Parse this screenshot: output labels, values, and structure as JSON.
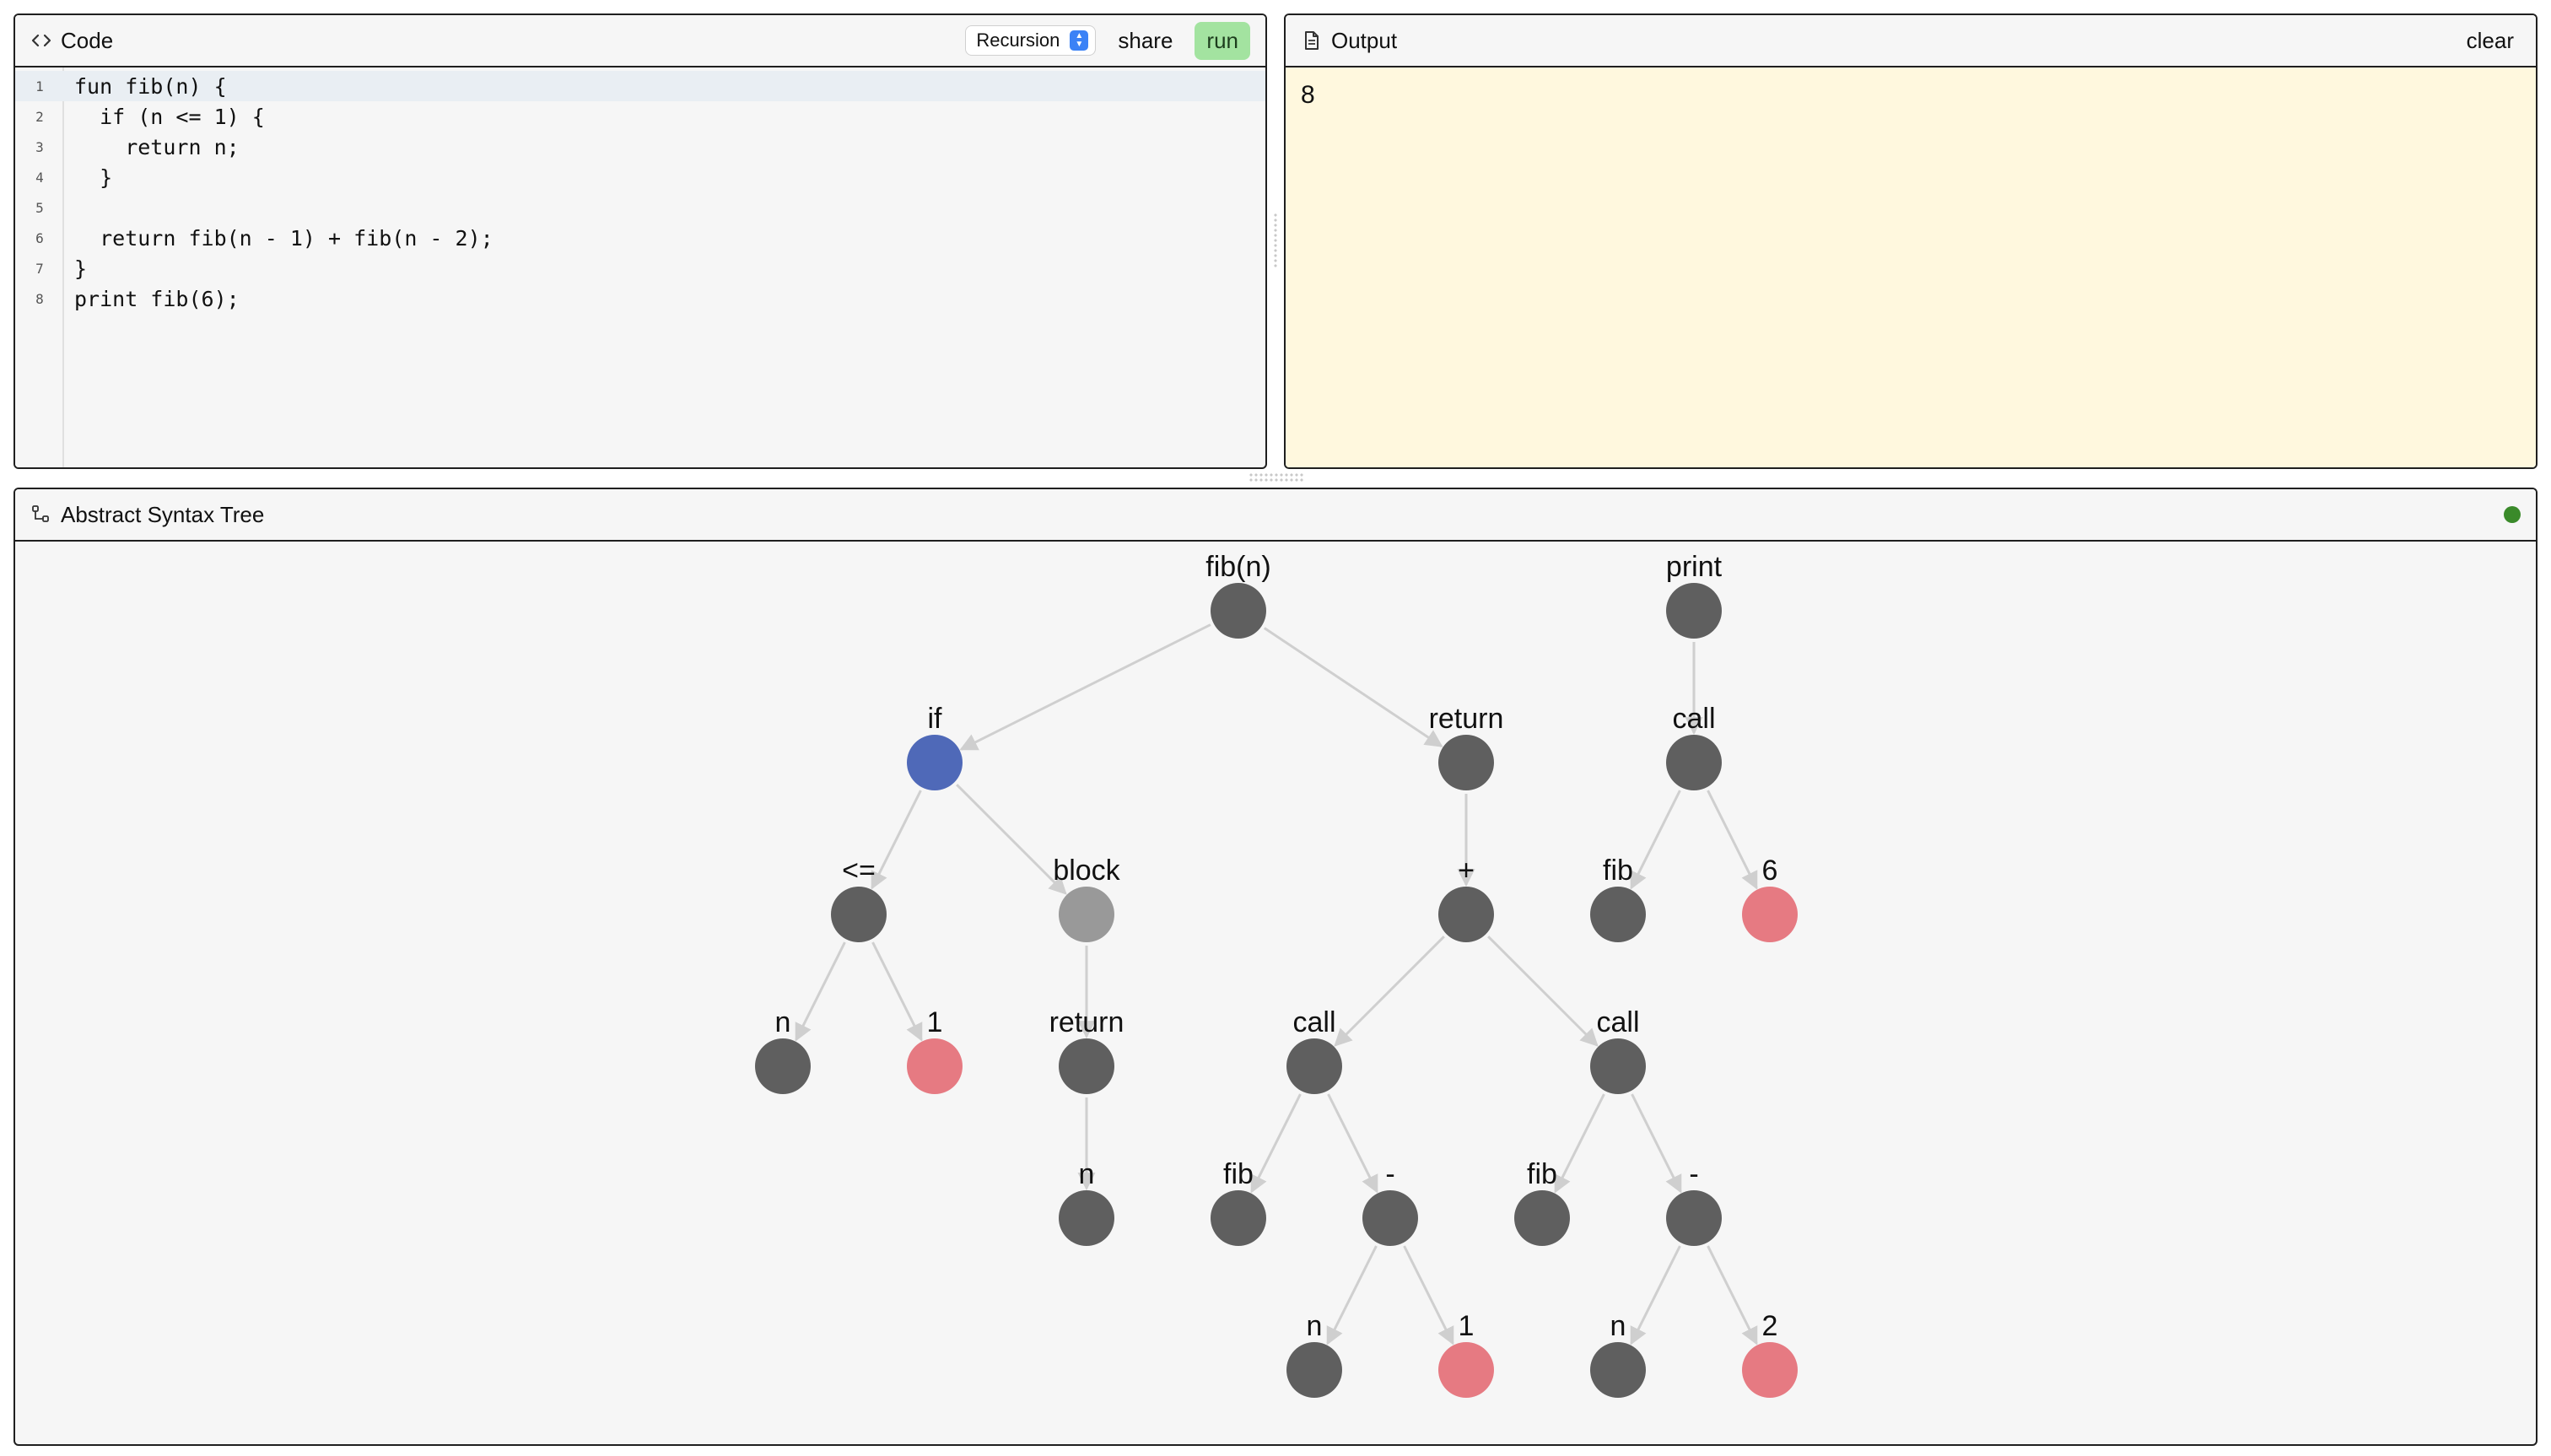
{
  "code_panel": {
    "title": "Code",
    "example_select": "Recursion",
    "share_label": "share",
    "run_label": "run",
    "lines": [
      {
        "n": "1",
        "text": "fun fib(n) {"
      },
      {
        "n": "2",
        "text": "  if (n <= 1) {"
      },
      {
        "n": "3",
        "text": "    return n;"
      },
      {
        "n": "4",
        "text": "  }"
      },
      {
        "n": "5",
        "text": ""
      },
      {
        "n": "6",
        "text": "  return fib(n - 1) + fib(n - 2);"
      },
      {
        "n": "7",
        "text": "}"
      },
      {
        "n": "8",
        "text": "print fib(6);"
      }
    ]
  },
  "output_panel": {
    "title": "Output",
    "clear_label": "clear",
    "output": "8"
  },
  "ast_panel": {
    "title": "Abstract Syntax Tree",
    "status_color": "#3a8a2a",
    "colors": {
      "default": "#5f5f5f",
      "active": "#4f69b8",
      "dim": "#999999",
      "literal": "#e67a82",
      "edge": "#cfcfcf"
    },
    "nodes": [
      {
        "id": "fn",
        "label": "fib(n)",
        "kind": "default"
      },
      {
        "id": "if",
        "label": "if",
        "kind": "active"
      },
      {
        "id": "ret1",
        "label": "return",
        "kind": "default"
      },
      {
        "id": "le",
        "label": "<=",
        "kind": "default"
      },
      {
        "id": "block",
        "label": "block",
        "kind": "dim"
      },
      {
        "id": "n1",
        "label": "n",
        "kind": "default"
      },
      {
        "id": "one1",
        "label": "1",
        "kind": "literal"
      },
      {
        "id": "ret2",
        "label": "return",
        "kind": "default"
      },
      {
        "id": "n2",
        "label": "n",
        "kind": "default"
      },
      {
        "id": "plus",
        "label": "+",
        "kind": "default"
      },
      {
        "id": "callA",
        "label": "call",
        "kind": "default"
      },
      {
        "id": "callB",
        "label": "call",
        "kind": "default"
      },
      {
        "id": "fibA",
        "label": "fib",
        "kind": "default"
      },
      {
        "id": "minusA",
        "label": "-",
        "kind": "default"
      },
      {
        "id": "fibB",
        "label": "fib",
        "kind": "default"
      },
      {
        "id": "minusB",
        "label": "-",
        "kind": "default"
      },
      {
        "id": "n3",
        "label": "n",
        "kind": "default"
      },
      {
        "id": "one2",
        "label": "1",
        "kind": "literal"
      },
      {
        "id": "n4",
        "label": "n",
        "kind": "default"
      },
      {
        "id": "two",
        "label": "2",
        "kind": "literal"
      },
      {
        "id": "print",
        "label": "print",
        "kind": "default"
      },
      {
        "id": "callP",
        "label": "call",
        "kind": "default"
      },
      {
        "id": "fibP",
        "label": "fib",
        "kind": "default"
      },
      {
        "id": "six",
        "label": "6",
        "kind": "literal"
      }
    ],
    "edges": [
      [
        "fn",
        "if"
      ],
      [
        "fn",
        "ret1"
      ],
      [
        "if",
        "le"
      ],
      [
        "if",
        "block"
      ],
      [
        "le",
        "n1"
      ],
      [
        "le",
        "one1"
      ],
      [
        "block",
        "ret2"
      ],
      [
        "ret2",
        "n2"
      ],
      [
        "ret1",
        "plus"
      ],
      [
        "plus",
        "callA"
      ],
      [
        "plus",
        "callB"
      ],
      [
        "callA",
        "fibA"
      ],
      [
        "callA",
        "minusA"
      ],
      [
        "minusA",
        "n3"
      ],
      [
        "minusA",
        "one2"
      ],
      [
        "callB",
        "fibB"
      ],
      [
        "callB",
        "minusB"
      ],
      [
        "minusB",
        "n4"
      ],
      [
        "minusB",
        "two"
      ],
      [
        "print",
        "callP"
      ],
      [
        "callP",
        "fibP"
      ],
      [
        "callP",
        "six"
      ]
    ]
  }
}
